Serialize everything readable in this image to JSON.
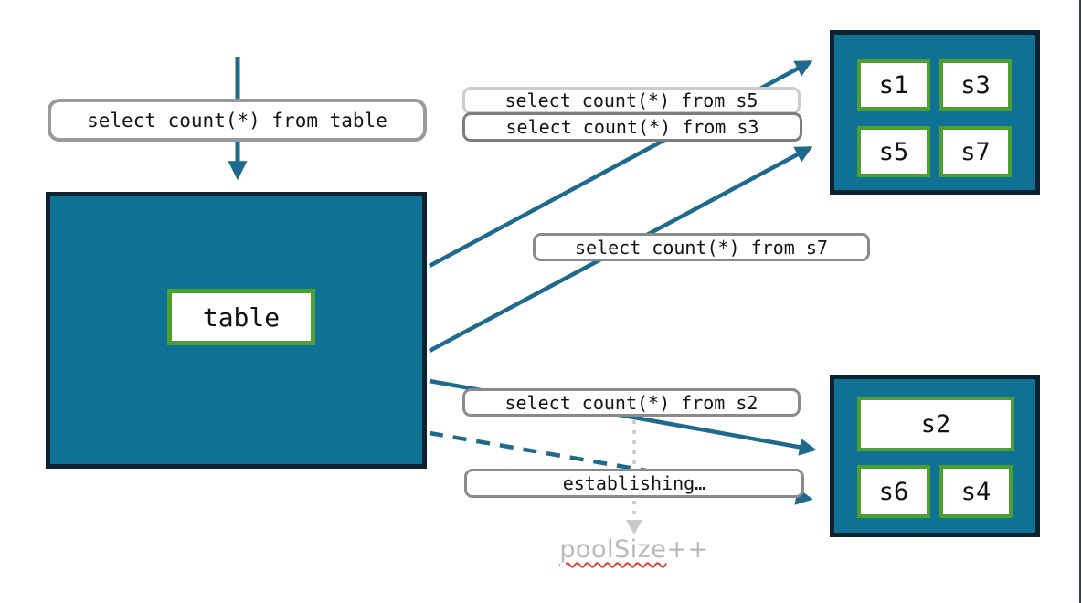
{
  "diagram": {
    "table_box": {
      "label": "table"
    },
    "queries": {
      "from_table": "select count(*) from table",
      "from_s5": "select count(*) from s5",
      "from_s3": "select count(*) from s3",
      "from_s7": "select count(*) from s7",
      "from_s2": "select count(*) from s2",
      "establishing": "establishing…"
    },
    "top_shard_box": {
      "shards": [
        "s1",
        "s3",
        "s5",
        "s7"
      ]
    },
    "bottom_shard_box": {
      "shards": [
        "s2",
        "s6",
        "s4"
      ]
    },
    "pool_size_note": {
      "word": "poolSize",
      "suffix": "++"
    },
    "colors": {
      "teal_fill": "#0f7193",
      "dark_border": "#0d2231",
      "green_border": "#4d9f31",
      "arrow": "#1d6a8e",
      "pill_border": "#8a8a8a",
      "pill_border_light": "#cbcbcb",
      "muted_text": "#b9b9b9",
      "squiggle_red": "#e0402f",
      "dotted_arrow_gray": "#c8c8c8"
    }
  }
}
